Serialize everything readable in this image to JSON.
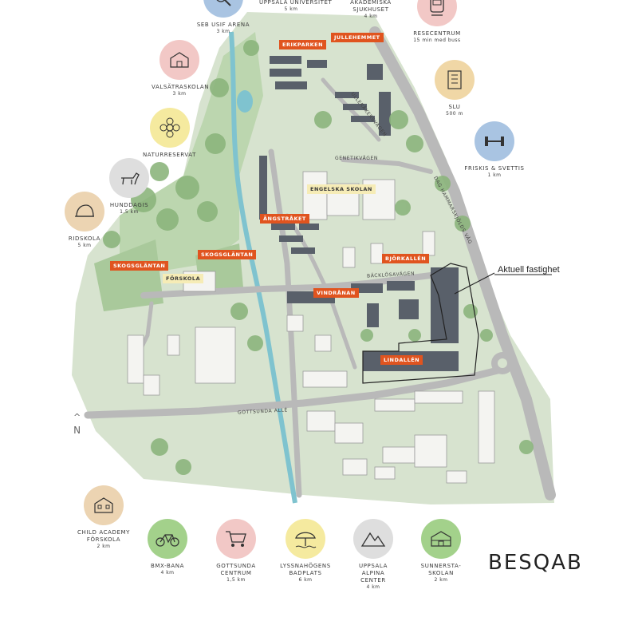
{
  "property_label": "Aktuell fastighet",
  "brand": "BESQAB",
  "north": "N",
  "north_arrow_icon": "north-arrow-icon",
  "colors": {
    "orange_label": "#e0541f",
    "pale_label": "#f6ecb6",
    "grass": "#d7e3cf",
    "tree": "#8cb57d",
    "road": "#b9b9b9",
    "river": "#7fc3cf"
  },
  "map_labels": [
    {
      "name": "label-eriksparken",
      "text": "ERIKPARKEN",
      "style": "orange"
    },
    {
      "name": "label-jullehemmet",
      "text": "JULLEHEMMET",
      "style": "orange"
    },
    {
      "name": "label-engelska-skolan",
      "text": "ENGELSKA SKOLAN",
      "style": "pale"
    },
    {
      "name": "label-angstraket",
      "text": "ÄNGSTRÅKET",
      "style": "orange"
    },
    {
      "name": "label-skogsglantan-west",
      "text": "SKOGSGLÄNTAN",
      "style": "orange"
    },
    {
      "name": "label-skogsglantan-east",
      "text": "SKOGSGLÄNTAN",
      "style": "orange"
    },
    {
      "name": "label-forskola",
      "text": "FÖRSKOLA",
      "style": "pale"
    },
    {
      "name": "label-bjorkallen",
      "text": "BJÖRKALLÉN",
      "style": "orange"
    },
    {
      "name": "label-vindranan",
      "text": "VINDRÅNAN",
      "style": "orange"
    },
    {
      "name": "label-lindallen",
      "text": "LINDALLÉN",
      "style": "orange"
    }
  ],
  "roads": [
    {
      "name": "road-genetikvagen",
      "text": "GENETIKVÄGEN"
    },
    {
      "name": "road-backlosavagen",
      "text": "BÄCKLÖSAVÄGEN"
    },
    {
      "name": "road-gottsunda-alle",
      "text": "GOTTSUNDA ALLÉ"
    },
    {
      "name": "road-dag-hammarskjolds-vag",
      "text": "DAG HAMMARSKJÖLDS VÄG"
    },
    {
      "name": "road-ulleraker",
      "text": "ULLERÅKERSVÄGEN"
    }
  ],
  "pois": [
    {
      "key": "seb",
      "name": "SEB USIF ARENA",
      "dist": "3 km",
      "icon": "tennis-racket-icon",
      "color": "#a9c4e2"
    },
    {
      "key": "uu",
      "name": "UPPSALA UNIVERSITET",
      "dist": "5 km",
      "icon": "",
      "color": ""
    },
    {
      "key": "akad",
      "name": "AKADEMISKA SJUKHUSET",
      "dist": "4 km",
      "icon": "",
      "color": ""
    },
    {
      "key": "rese",
      "name": "RESECENTRUM",
      "dist": "15 min med buss",
      "icon": "train-icon",
      "color": "#f2c8c6"
    },
    {
      "key": "valsatra",
      "name": "VALSÄTRASKOLAN",
      "dist": "3 km",
      "icon": "school-icon",
      "color": "#f2c8c6"
    },
    {
      "key": "slu",
      "name": "SLU",
      "dist": "500 m",
      "icon": "university-building-icon",
      "color": "#f0d7a6"
    },
    {
      "key": "natur",
      "name": "NATURRESERVAT",
      "dist": "",
      "icon": "flower-icon",
      "color": "#f5ea9f"
    },
    {
      "key": "friskis",
      "name": "FRISKIS & SVETTIS",
      "dist": "1 km",
      "icon": "dumbbell-icon",
      "color": "#a9c4e2"
    },
    {
      "key": "hund",
      "name": "HUNDDAGIS",
      "dist": "1,5 km",
      "icon": "dog-icon",
      "color": "#dedede"
    },
    {
      "key": "rid",
      "name": "RIDSKOLA",
      "dist": "5 km",
      "icon": "riding-helmet-icon",
      "color": "#ecd4b2"
    },
    {
      "key": "child",
      "name": "CHILD ACADEMY FÖRSKOLA",
      "dist": "2 km",
      "icon": "preschool-icon",
      "color": "#ecd4b2"
    },
    {
      "key": "bmx",
      "name": "BMX-BANA",
      "dist": "4 km",
      "icon": "bicycle-icon",
      "color": "#a3d18b"
    },
    {
      "key": "gottsunda",
      "name": "GOTTSUNDA CENTRUM",
      "dist": "1,5 km",
      "icon": "shopping-cart-icon",
      "color": "#f2c8c6"
    },
    {
      "key": "lyss",
      "name": "LYSSNAHÖGENS BADPLATS",
      "dist": "6 km",
      "icon": "beach-umbrella-icon",
      "color": "#f5ea9f"
    },
    {
      "key": "alpin",
      "name": "UPPSALA ALPINA CENTER",
      "dist": "4 km",
      "icon": "mountain-icon",
      "color": "#dedede"
    },
    {
      "key": "sunner",
      "name": "SUNNERSTA-SKOLAN",
      "dist": "2 km",
      "icon": "school-building-icon",
      "color": "#a3d18b"
    }
  ]
}
